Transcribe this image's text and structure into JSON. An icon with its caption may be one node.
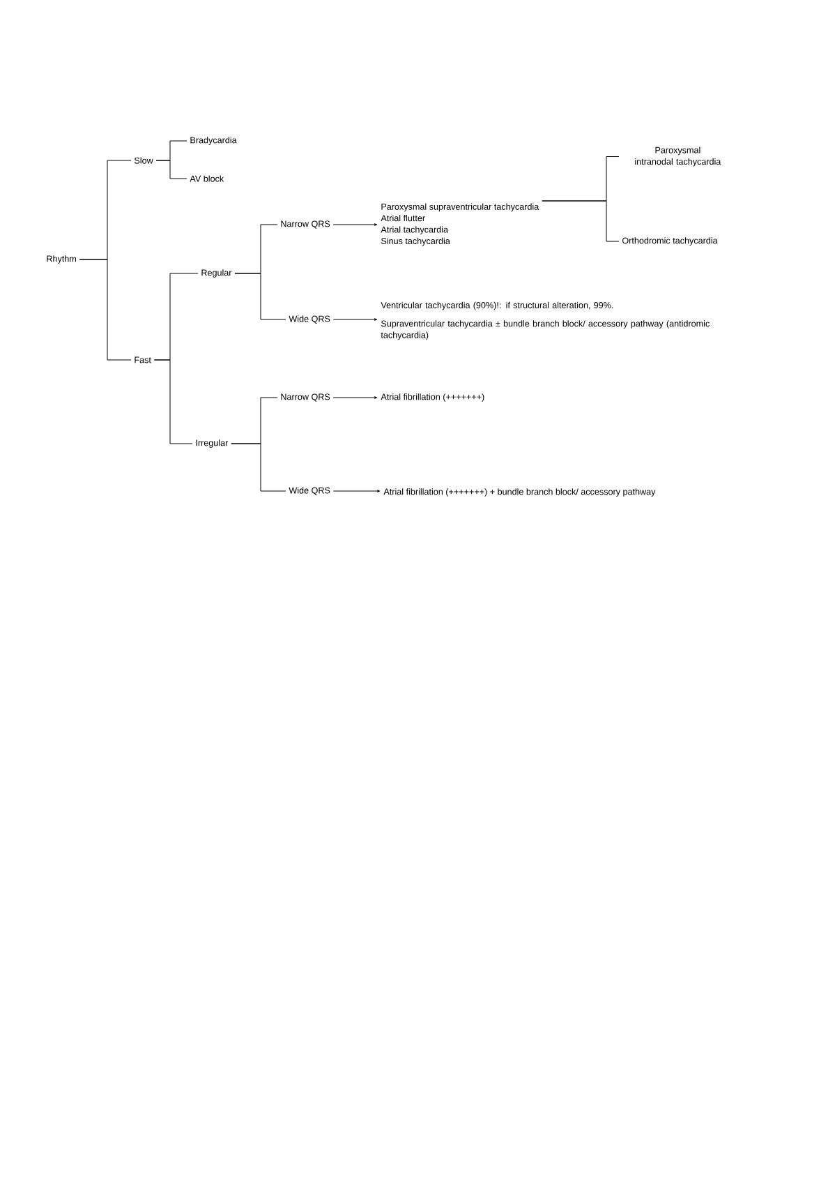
{
  "diagram": {
    "nodes": [
      {
        "text": [
          "Rhythm"
        ]
      },
      {
        "text": [
          "Slow"
        ]
      },
      {
        "text": [
          "Bradycardia"
        ]
      },
      {
        "text": [
          "AV block"
        ]
      },
      {
        "text": [
          "Fast"
        ]
      },
      {
        "text": [
          "Regular"
        ]
      },
      {
        "text": [
          "Irregular"
        ]
      },
      {
        "text": [
          "Narrow QRS"
        ]
      },
      {
        "text": [
          "Wide QRS"
        ]
      },
      {
        "text": [
          "Paroxysmal supraventricular tachycardia",
          "Atrial flutter",
          "Atrial tachycardia",
          "Sinus tachycardia"
        ]
      },
      {
        "text": [
          "Paroxysmal intranodal tachycardia"
        ]
      },
      {
        "text": [
          "Orthodromic tachycardia"
        ]
      },
      {
        "text": [
          "Ventricular tachycardia (90%)!: if structural alteration, 99%.",
          "Supraventricular tachycardia ± bundle branch block/ accessory pathway (antidromic tachycardia)"
        ]
      },
      {
        "text": [
          "Narrow QRS"
        ]
      },
      {
        "text": [
          "Wide QRS"
        ]
      },
      {
        "text": [
          "Atrial fibrillation (+++++++)"
        ]
      },
      {
        "text": [
          "Atrial fibrillation (+++++++) + bundle branch block/ accessory pathway"
        ]
      }
    ],
    "edges": [
      {
        "from": 0,
        "to": 1,
        "arrow": "none"
      },
      {
        "from": 0,
        "to": 4,
        "arrow": "none"
      },
      {
        "from": 1,
        "to": 2,
        "arrow": "none"
      },
      {
        "from": 1,
        "to": 3,
        "arrow": "none"
      },
      {
        "from": 4,
        "to": 5,
        "arrow": "none"
      },
      {
        "from": 4,
        "to": 6,
        "arrow": "none"
      },
      {
        "from": 5,
        "to": 7,
        "arrow": "none"
      },
      {
        "from": 5,
        "to": 8,
        "arrow": "none"
      },
      {
        "from": 6,
        "to": 13,
        "arrow": "none"
      },
      {
        "from": 6,
        "to": 14,
        "arrow": "none"
      },
      {
        "from": 7,
        "to": 9,
        "arrow": "to"
      },
      {
        "from": 8,
        "to": 12,
        "arrow": "to"
      },
      {
        "from": 9,
        "to": 10,
        "arrow": "none"
      },
      {
        "from": 9,
        "to": 11,
        "arrow": "none"
      },
      {
        "from": 13,
        "to": 15,
        "arrow": "to"
      },
      {
        "from": 14,
        "to": 16,
        "arrow": "to"
      }
    ]
  }
}
